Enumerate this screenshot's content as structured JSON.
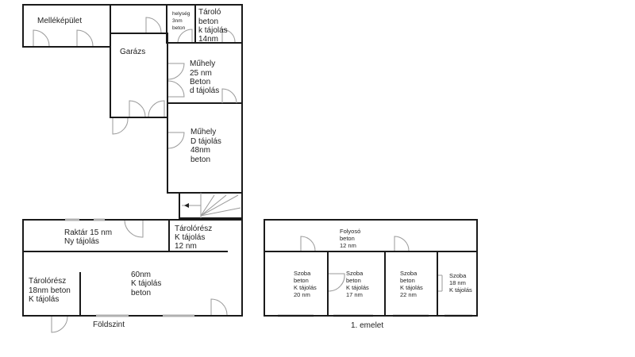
{
  "ground_floor": {
    "label": "Földszint",
    "rooms": {
      "mellekepulet": [
        "Melléképület"
      ],
      "helyseg": [
        "helység",
        "3nm",
        "beton"
      ],
      "tarolo": [
        "Tároló",
        "beton",
        "k tájolás",
        "14nm"
      ],
      "garazs": [
        "Garázs"
      ],
      "muhely1": [
        "Műhely",
        "25 nm",
        "Beton",
        "d tájolás"
      ],
      "muhely2": [
        "Műhely",
        "D tájolás",
        "48nm",
        "beton"
      ],
      "raktar": [
        "Raktár 15 nm",
        "Ny tájolás"
      ],
      "tarolresz1": [
        "Tárolórész",
        "K tájolás",
        "12 nm"
      ],
      "tarolresz2": [
        "Tárolórész",
        "18nm beton",
        "K tájolás"
      ],
      "main": [
        "60nm",
        "K tájolás",
        "beton"
      ]
    }
  },
  "first_floor": {
    "label": "1. emelet",
    "rooms": {
      "folyoso": [
        "Folyosó",
        "beton",
        "12 nm"
      ],
      "szoba1": [
        "Szoba",
        "beton",
        "K tájolás",
        "20 nm"
      ],
      "szoba2": [
        "Szoba",
        "beton",
        "K tájolás",
        "17 nm"
      ],
      "szoba3": [
        "Szoba",
        "beton",
        "K tájolás",
        "22 nm"
      ],
      "szoba4": [
        "Szoba",
        "18 nm",
        "K tájolás"
      ]
    }
  }
}
